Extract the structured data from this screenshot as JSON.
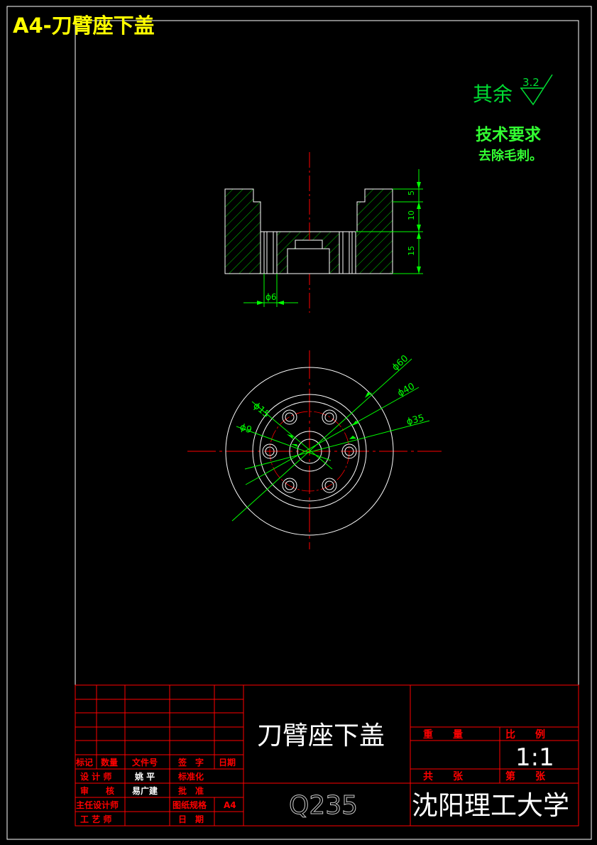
{
  "header": {
    "title": "A4-刀臂座下盖"
  },
  "surface_finish": {
    "prefix": "其余",
    "roughness": "3.2"
  },
  "technical_requirements": {
    "heading": "技术要求",
    "text": "去除毛刺。"
  },
  "section_view": {
    "dims_vertical": [
      "5",
      "10",
      "15"
    ],
    "dim_horizontal": "ϕ6"
  },
  "plan_view": {
    "dims": [
      "ϕ60",
      "ϕ40",
      "ϕ35",
      "ϕ15",
      "ϕ9"
    ]
  },
  "title_block": {
    "part_name": "刀臂座下盖",
    "material": "Q235",
    "school": "沈阳理工大学",
    "scale_value": "1:1",
    "labels": {
      "weight": "重　　量",
      "scale": "比　　例",
      "total": "共　　张",
      "sheet": "第　　张",
      "mark": "标记",
      "qty": "数量",
      "docno": "文件号",
      "sign": "签　字",
      "date": "日期",
      "designer": "设 计 师",
      "reviewer": "审　　核",
      "chief_designer": "主任设计师",
      "process": "工 艺 师",
      "standardization": "标准化",
      "approve": "批　准",
      "paper_format": "图纸规格",
      "date2": "日　期",
      "format_value": "A4"
    },
    "people": {
      "designer": "姚 平",
      "reviewer": "易广建"
    }
  },
  "colors": {
    "background": "#000000",
    "frame": "#ffffff",
    "centerline": "#ff0000",
    "dimension": "#00ff00",
    "hatch": "#00ff00",
    "title_text": "#ffff00",
    "label_text": "#ff0000"
  }
}
